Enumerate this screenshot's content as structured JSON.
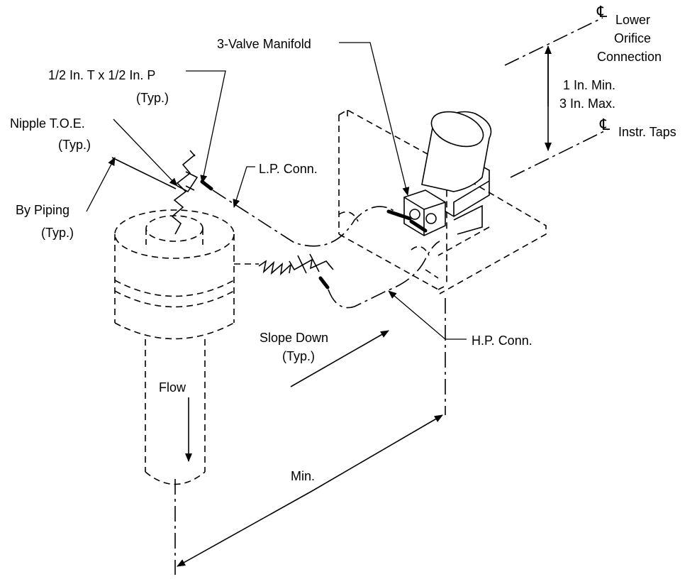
{
  "labels": {
    "three_valve_manifold": "3-Valve Manifold",
    "tee_line1": "1/2 In. T x 1/2 In. P",
    "tee_line2": "(Typ.)",
    "nipple_line1": "Nipple T.O.E.",
    "nipple_line2": "(Typ.)",
    "by_piping_line1": "By Piping",
    "by_piping_line2": "(Typ.)",
    "lp_conn": "L.P. Conn.",
    "hp_conn": "H.P. Conn.",
    "slope_line1": "Slope Down",
    "slope_line2": "(Typ.)",
    "flow": "Flow",
    "min": "Min.",
    "lower_orifice_line1": "Lower",
    "lower_orifice_line2": "Orifice",
    "lower_orifice_line3": "Connection",
    "dim_line1": "1 In. Min.",
    "dim_line2": "3 In. Max.",
    "instr_taps": "Instr. Taps",
    "centerline_symbol": "℄"
  }
}
